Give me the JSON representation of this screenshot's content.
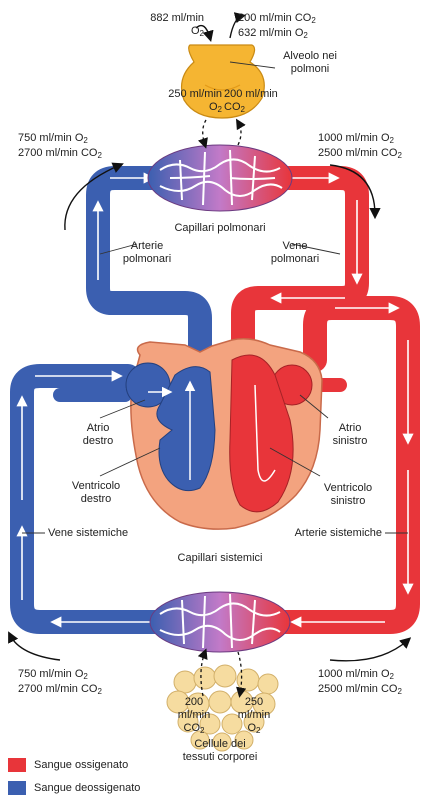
{
  "colors": {
    "oxygenated": "#e8353a",
    "deoxygenated": "#3b5fb0",
    "capillary": "#c27ac8",
    "heart_tissue": "#f3a37f",
    "alveolus": "#f5b532",
    "tissue_cells": "#f6dca0"
  },
  "labels": {
    "top_o2_in": {
      "line1": "882 ml/min",
      "line2": "O",
      "sub": "2"
    },
    "top_out_co2": {
      "line1": "200 ml/min CO",
      "sub1": "2",
      "line2": "632 ml/min O",
      "sub2": "2"
    },
    "alveolus": {
      "line1": "Alveolo nei",
      "line2": "polmoni"
    },
    "alveolus_left": {
      "line1": "250 ml/min",
      "line2": "O",
      "sub": "2"
    },
    "alveolus_right": {
      "line1": "200 ml/min",
      "line2": "CO",
      "sub": "2"
    },
    "lung_left_rates": {
      "line1": "750 ml/min O",
      "sub1": "2",
      "line2": "2700 ml/min CO",
      "sub2": "2"
    },
    "lung_right_rates": {
      "line1": "1000 ml/min O",
      "sub1": "2",
      "line2": "2500 ml/min CO",
      "sub2": "2"
    },
    "pulmonary_capillaries": "Capillari polmonari",
    "pulmonary_arteries": {
      "line1": "Arterie",
      "line2": "polmonari"
    },
    "pulmonary_veins": {
      "line1": "Vene",
      "line2": "polmonari"
    },
    "right_atrium": {
      "line1": "Atrio",
      "line2": "destro"
    },
    "left_atrium": {
      "line1": "Atrio",
      "line2": "sinistro"
    },
    "right_ventricle": {
      "line1": "Ventricolo",
      "line2": "destro"
    },
    "left_ventricle": {
      "line1": "Ventricolo",
      "line2": "sinistro"
    },
    "systemic_veins": "Vene sistemiche",
    "systemic_arteries": "Arterie sistemiche",
    "systemic_capillaries": "Capillari sistemici",
    "bottom_left_rates": {
      "line1": "750 ml/min O",
      "sub1": "2",
      "line2": "2700 ml/min CO",
      "sub2": "2"
    },
    "bottom_right_rates": {
      "line1": "1000 ml/min O",
      "sub1": "2",
      "line2": "2500 ml/min CO",
      "sub2": "2"
    },
    "tissue_left": {
      "line1": "200",
      "line2": "ml/min",
      "line3": "CO",
      "sub": "2"
    },
    "tissue_right": {
      "line1": "250",
      "line2": "ml/min",
      "line3": "O",
      "sub": "2"
    },
    "tissue_cells": {
      "line1": "Cellule dei",
      "line2": "tessuti corporei"
    }
  },
  "legend": [
    {
      "label": "Sangue ossigenato",
      "color": "#e8353a"
    },
    {
      "label": "Sangue deossigenato",
      "color": "#3b5fb0"
    }
  ]
}
